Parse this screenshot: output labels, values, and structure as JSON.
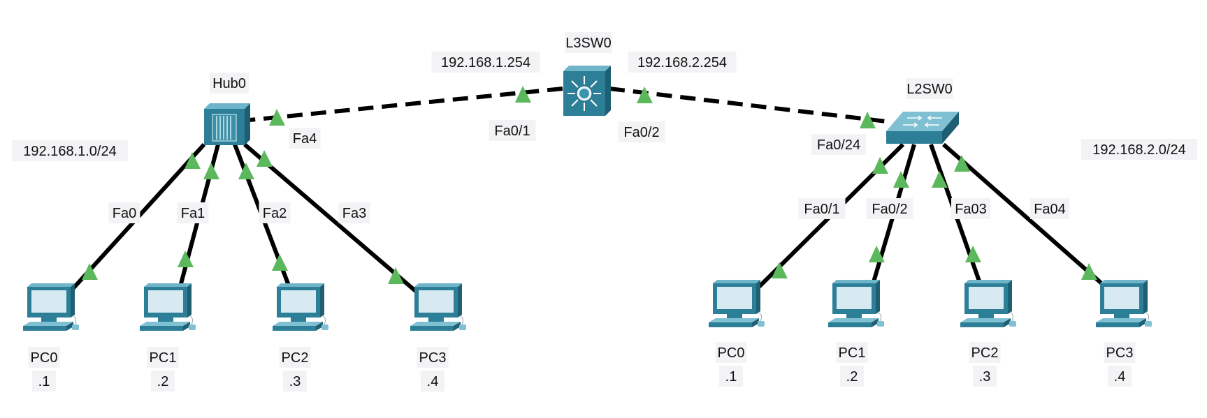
{
  "colors": {
    "link": "#000000",
    "link_up": "#5cb85c",
    "label_bg": "#f3f3f6",
    "device_teal": "#2d7f98",
    "device_light": "#d7eaf1"
  },
  "devices": {
    "l3switch": {
      "name": "L3SW0",
      "icon": "layer3-switch-icon"
    },
    "hub": {
      "name": "Hub0",
      "icon": "hub-icon"
    },
    "l2switch": {
      "name": "L2SW0",
      "icon": "layer2-switch-icon"
    }
  },
  "networks": {
    "left_net": "192.168.1.0/24",
    "right_net": "192.168.2.0/24",
    "left_gateway": "192.168.1.254",
    "right_gateway": "192.168.2.254"
  },
  "ports": {
    "l3_left": "Fa0/1",
    "l3_right": "Fa0/2",
    "hub_uplink": "Fa4",
    "sw_uplink": "Fa0/24"
  },
  "left_pcs": [
    {
      "name": "PC0",
      "ip": ".1",
      "port": "Fa0"
    },
    {
      "name": "PC1",
      "ip": ".2",
      "port": "Fa1"
    },
    {
      "name": "PC2",
      "ip": ".3",
      "port": "Fa2"
    },
    {
      "name": "PC3",
      "ip": ".4",
      "port": "Fa3"
    }
  ],
  "right_pcs": [
    {
      "name": "PC0",
      "ip": ".1",
      "port": "Fa0/1"
    },
    {
      "name": "PC1",
      "ip": ".2",
      "port": "Fa0/2"
    },
    {
      "name": "PC2",
      "ip": ".3",
      "port": "Fa03"
    },
    {
      "name": "PC3",
      "ip": ".4",
      "port": "Fa04"
    }
  ]
}
